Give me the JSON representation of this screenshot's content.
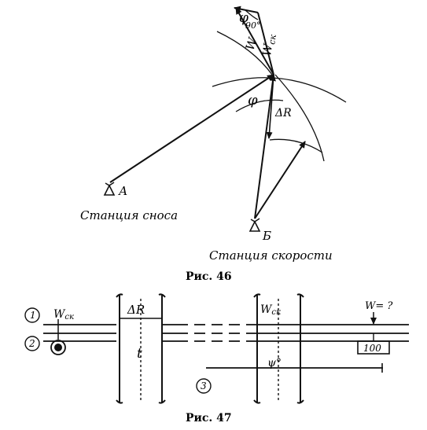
{
  "fig46": {
    "caption": "Рис. 46",
    "station_a_letter": "А",
    "station_a_name": "Станция сноса",
    "station_b_letter": "Б",
    "station_b_name": "Станция скорости",
    "label_w": "W",
    "label_wck": "W",
    "label_wck_sub": "ск",
    "label_phi": "φ",
    "label_phi_top": "φ",
    "label_90": "90°",
    "label_delta_r": "ΔR"
  },
  "fig47": {
    "caption": "Рис. 47",
    "scale1_num": "1",
    "scale2_num": "2",
    "scale3_num": "3",
    "wck_left": "W",
    "wck_left_sub": "ск",
    "delta_r": "ΔR",
    "t_label": "t",
    "wck_right": "W",
    "wck_right_sub": "ск",
    "phi_deg": "ψ°",
    "w_question": "W= ?",
    "value_box": "100"
  }
}
